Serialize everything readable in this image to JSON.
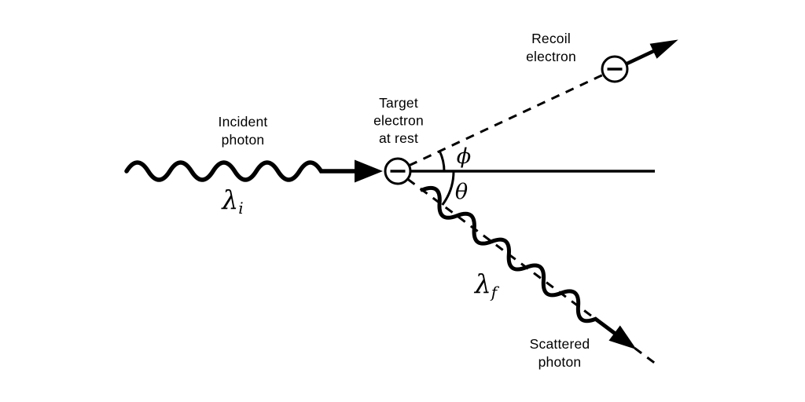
{
  "diagram": {
    "background": "#ffffff",
    "ink": "#000000",
    "incident": {
      "label_line1": "Incident",
      "label_line2": "photon",
      "wavelength_symbol": "λ",
      "wavelength_subscript": "i"
    },
    "target": {
      "label_line1": "Target",
      "label_line2": "electron",
      "label_line3": "at rest",
      "charge_icon": "−"
    },
    "recoil": {
      "label_line1": "Recoil",
      "label_line2": "electron",
      "charge_icon": "−",
      "angle_symbol": "ϕ"
    },
    "scattered": {
      "label_line1": "Scattered",
      "label_line2": "photon",
      "wavelength_symbol": "λ",
      "wavelength_subscript": "f",
      "angle_symbol": "θ"
    }
  }
}
